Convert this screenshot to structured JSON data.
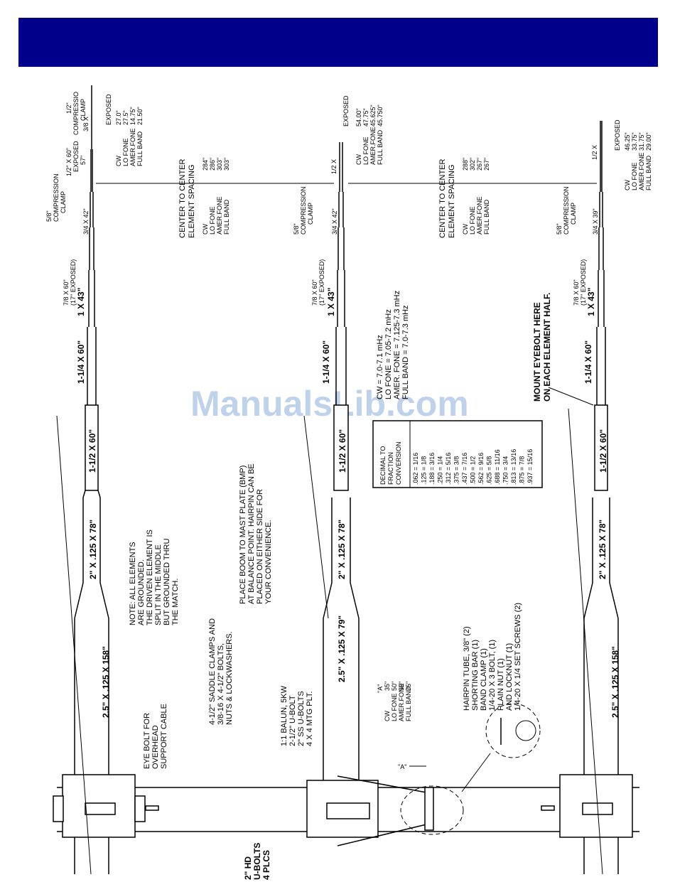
{
  "watermark": "ManualsLib.com",
  "colors": {
    "header": "#00008b",
    "watermark": "#aac4e6"
  },
  "elements": {
    "left": {
      "segments": [
        "2.5\" X .125 X 158\"",
        "2\" X .125 X 78\"",
        "1-1/2 X 60\"",
        "1-1/4 X 60\"",
        "1 X 43\""
      ],
      "seg_7_8": [
        "7/8 X 60\"",
        "(17\" EXPOSED)"
      ],
      "seg_3_4": "3/4 X 42\"",
      "clamp_5_8": [
        "5/8\"",
        "COMPRESSION",
        "CLAMP"
      ],
      "seg_1_2": [
        "1/2\" X 60\"",
        "EXPOSED",
        "57\""
      ],
      "clamp_1_2": [
        "1/2\"",
        "COMPRESSIO",
        "CLAMP"
      ],
      "tip": "3/8 X",
      "exposed_header": "EXPOSED",
      "modes": [
        "CW",
        "LO FONE",
        "AMER.FONE",
        "FULL BAND"
      ],
      "values": [
        "27.0\"",
        "27.5\"",
        "14.75\"",
        "21.50\""
      ],
      "eye_bolt": [
        "EYE BOLT FOR",
        "OVERHEAD",
        "SUPPORT CABLE"
      ]
    },
    "spacing_1": {
      "title": [
        "CENTER TO CENTER",
        "ELEMENT SPACING"
      ],
      "modes": [
        "CW",
        "LO FONE",
        "AMER.FONE",
        "FULL BAND"
      ],
      "values": [
        "284\"",
        "286\"",
        "303\"",
        "303\""
      ]
    },
    "center": {
      "segments": [
        "2.5\" X .125 X 79\"",
        "2\" X .125 X 78\"",
        "1-1/2 X 60\"",
        "1-1/4 X 60\"",
        "1 X 43\""
      ],
      "seg_7_8": [
        "7/8 X 60\"",
        "(17\" EXPOSED)"
      ],
      "seg_3_4": "3/4 X 42\"",
      "clamp_5_8": [
        "5/8\"",
        "COMPRESSION",
        "CLAMP"
      ],
      "tip": "1/2 X",
      "exposed_header": "EXPOSED",
      "modes": [
        "CW",
        "LO FONE",
        "AMER.FONE",
        "FULL BAND"
      ],
      "values": [
        "54.00\"",
        "47.75\"",
        "45.625\"",
        "45.750\""
      ]
    },
    "spacing_2": {
      "title": [
        "CENTER TO CENTER",
        "ELEMENT SPACING"
      ],
      "modes": [
        "CW",
        "LO FONE",
        "AMER.FONE",
        "FULL BAND"
      ],
      "values": [
        "288\"",
        "302\"",
        "267\"",
        "267\""
      ]
    },
    "right": {
      "segments": [
        "2.5\" X .125 X 158\"",
        "2\" X .125 X 78\"",
        "1-1/2 X 60\"",
        "1-1/4 X 60\"",
        "1 X 43\""
      ],
      "seg_7_8": [
        "7/8 X 60\"",
        "(17\" EXPOSED)"
      ],
      "seg_3_4": "3/4 X 39\"",
      "clamp_5_8": [
        "5/8\"",
        "COMPRESSION",
        "CLAMP"
      ],
      "tip": "1/2 X",
      "exposed_header": "EXPOSED",
      "modes": [
        "CW",
        "LO FONE",
        "AMER.FONE",
        "FULL BAND"
      ],
      "values": [
        "46.25\"",
        "33.75\"",
        "31.75\"",
        "29.00\""
      ],
      "eyebolt_note": [
        "MOUNT EYEBOLT HERE",
        "ON EACH ELEMENT HALF."
      ]
    }
  },
  "notes": {
    "grounding": [
      "NOTE: ALL ELEMENTS",
      "ARE GROUNDED.",
      "THE DRIVEN ELEMENT IS",
      "SPLIT IN THE MIDDLE",
      "BUT GROUNDED THRU",
      "THE MATCH."
    ],
    "boom_plate": [
      "PLACE BOOM TO MAST PLATE (BMP)",
      "AT BALANCE POINT. HAIRPIN CAN BE",
      "PLACED ON EITHER SIDE FOR",
      "YOUR CONVENIENCE."
    ],
    "saddle": [
      "4-1/2\" SADDLE CLAMPS AND",
      "3/8-16 X 4-1/2\" BOLTS,",
      "NUTS & LOCKWASHERS."
    ],
    "balun": [
      "1:1 BALUN, 5KW",
      "2-1/2\" U-BOLT",
      "2\" SS U-BOLTS",
      "4 X 4 MTG PLT."
    ],
    "ubolts": [
      "2\" HD",
      "U-BOLTS",
      "4 PLCS"
    ],
    "a_label": "\"A\"",
    "a_table": {
      "header": "\"A\"",
      "modes": [
        "CW",
        "LO FONE",
        "AMER.FONE",
        "FULL BAND"
      ],
      "values": [
        "35\"",
        "50\"",
        "59\"",
        "75\""
      ]
    },
    "hairpin": [
      "HAIRPIN TUBE, 3/8\" (2)",
      "SHORTING BAR      (1)",
      "BAND CLAMP        (1)",
      "1/4-20 X 3 BOLT,   (1)",
      "PLAIN NUT          (1)",
      "AND LOCKNUT       (1)",
      "1/4-20 X 1/4 SET SCREWS (2)"
    ],
    "bands": [
      "CW = 7.0-7.1 mHz",
      "LO FONE = 7.05-7.2 mHz",
      "AMER. FONE = 7.125-7.3 mHz",
      "FULL BAND = 7.0-7.3 mHz"
    ]
  },
  "conversion": {
    "title": [
      "DECIMAL TO",
      "FRACTION",
      "CONVERSION"
    ],
    "rows": [
      ".062 = 1/16",
      ".125 = 1/8",
      ".188 = 3/16",
      ".250 = 1/4",
      ".312 = 5/16",
      ".375 = 3/8",
      ".437 = 7/16",
      ".500 = 1/2",
      ".562 = 9/16",
      ".625 = 5/8",
      ".688 = 11/16",
      ".750 = 3/4",
      ".813 = 13/16",
      ".875 = 7/8",
      ".937 = 15/16"
    ]
  }
}
